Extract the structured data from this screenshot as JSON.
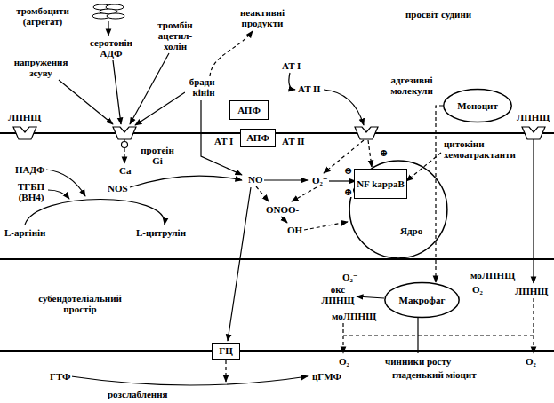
{
  "diagram": {
    "nodes": [
      {
        "text": [
          "АПФ"
        ]
      },
      {
        "text": [
          "Моноцит"
        ]
      },
      {
        "text": [
          "АПФ"
        ]
      },
      {
        "text": [
          "Ядро"
        ]
      },
      {
        "text": [
          "NF kappaB"
        ],
        "in": 3
      },
      {
        "text": [
          "Макрофаг"
        ]
      },
      {
        "text": [
          "ГЦ"
        ]
      }
    ],
    "edges": [
      {
        "from": 1,
        "to": 5,
        "arrow": "to"
      }
    ],
    "labels": [
      "тромбоцити (агрегат)",
      "серотонін АДФ",
      "тромбін ацетил- холін",
      "неактивні продукти",
      "просвіт судини",
      "напруження зсуву",
      "AT I",
      "AT II",
      "бради- кінін",
      "ЛПНЩ",
      "ЛПНЩ",
      "адгезивні молекули",
      "AT I",
      "AT II",
      "протеін Gi",
      "цитокіни хемоатрактанти",
      "НАДФ",
      "Ca",
      "NOS",
      "ТГБП (ВН4)",
      "L-аргінін",
      "L-цитрулін",
      "NO",
      "O₂⁻",
      "ONOO-",
      "OH",
      "⊕",
      "⊖",
      "⊕",
      "субендотеліальний простір",
      "O₂⁻",
      "окс ЛПНЩ",
      "моЛПНЩ",
      "моЛПНЩ",
      "O₂⁻",
      "ЛПНЩ",
      "O₂",
      "O₂",
      "чинники росту",
      "гладенький міоцит",
      "ГТФ",
      "цГМФ",
      "розслаблення"
    ]
  }
}
